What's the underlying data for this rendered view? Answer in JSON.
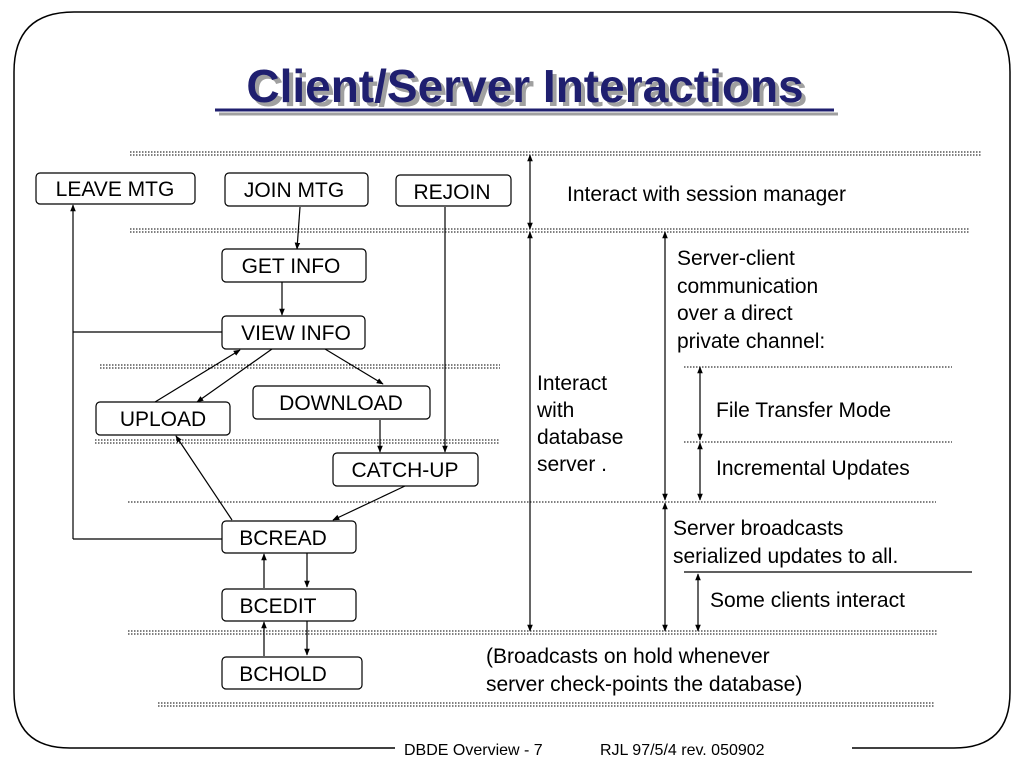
{
  "title": "Client/Server Interactions",
  "colors": {
    "title": "#1f1f6f",
    "title_shadow": "#a0a0a0",
    "line": "#000000",
    "background": "#ffffff"
  },
  "nodes": [
    {
      "id": "leave_mtg",
      "label": "LEAVE MTG"
    },
    {
      "id": "join_mtg",
      "label": "JOIN MTG"
    },
    {
      "id": "rejoin",
      "label": "REJOIN"
    },
    {
      "id": "get_info",
      "label": "GET INFO"
    },
    {
      "id": "view_info",
      "label": "VIEW INFO"
    },
    {
      "id": "upload",
      "label": "UPLOAD"
    },
    {
      "id": "download",
      "label": "DOWNLOAD"
    },
    {
      "id": "catch_up",
      "label": "CATCH-UP"
    },
    {
      "id": "bcread",
      "label": "BCREAD"
    },
    {
      "id": "bcedit",
      "label": "BCEDIT"
    },
    {
      "id": "bchold",
      "label": "BCHOLD"
    }
  ],
  "edges": [
    {
      "from": "join_mtg",
      "to": "get_info"
    },
    {
      "from": "get_info",
      "to": "view_info"
    },
    {
      "from": "view_info",
      "to": "upload"
    },
    {
      "from": "upload",
      "to": "view_info"
    },
    {
      "from": "view_info",
      "to": "download"
    },
    {
      "from": "download",
      "to": "catch_up"
    },
    {
      "from": "rejoin",
      "to": "catch_up"
    },
    {
      "from": "catch_up",
      "to": "bcread"
    },
    {
      "from": "bcread",
      "to": "upload"
    },
    {
      "from": "bcread",
      "to": "bcedit"
    },
    {
      "from": "bcedit",
      "to": "bcread"
    },
    {
      "from": "bcedit",
      "to": "bchold"
    },
    {
      "from": "bchold",
      "to": "bcedit"
    },
    {
      "from": "view_info",
      "to": "leave_mtg"
    },
    {
      "from": "bcread",
      "to": "leave_mtg"
    }
  ],
  "annotations": {
    "session_manager": "Interact with session manager",
    "database_server": [
      "Interact",
      "with",
      "database",
      "server ."
    ],
    "private_channel": [
      "Server-client",
      "communication",
      "over a direct",
      "private channel:"
    ],
    "file_transfer": "File Transfer Mode",
    "incremental": "Incremental Updates",
    "broadcasts": [
      "Server broadcasts",
      "serialized updates to all."
    ],
    "some_clients": "Some clients interact",
    "on_hold": [
      "(Broadcasts on hold whenever",
      "server check-points the database)"
    ]
  },
  "footer": {
    "left": "DBDE Overview - 7",
    "right": "RJL 97/5/4 rev. 050902"
  }
}
